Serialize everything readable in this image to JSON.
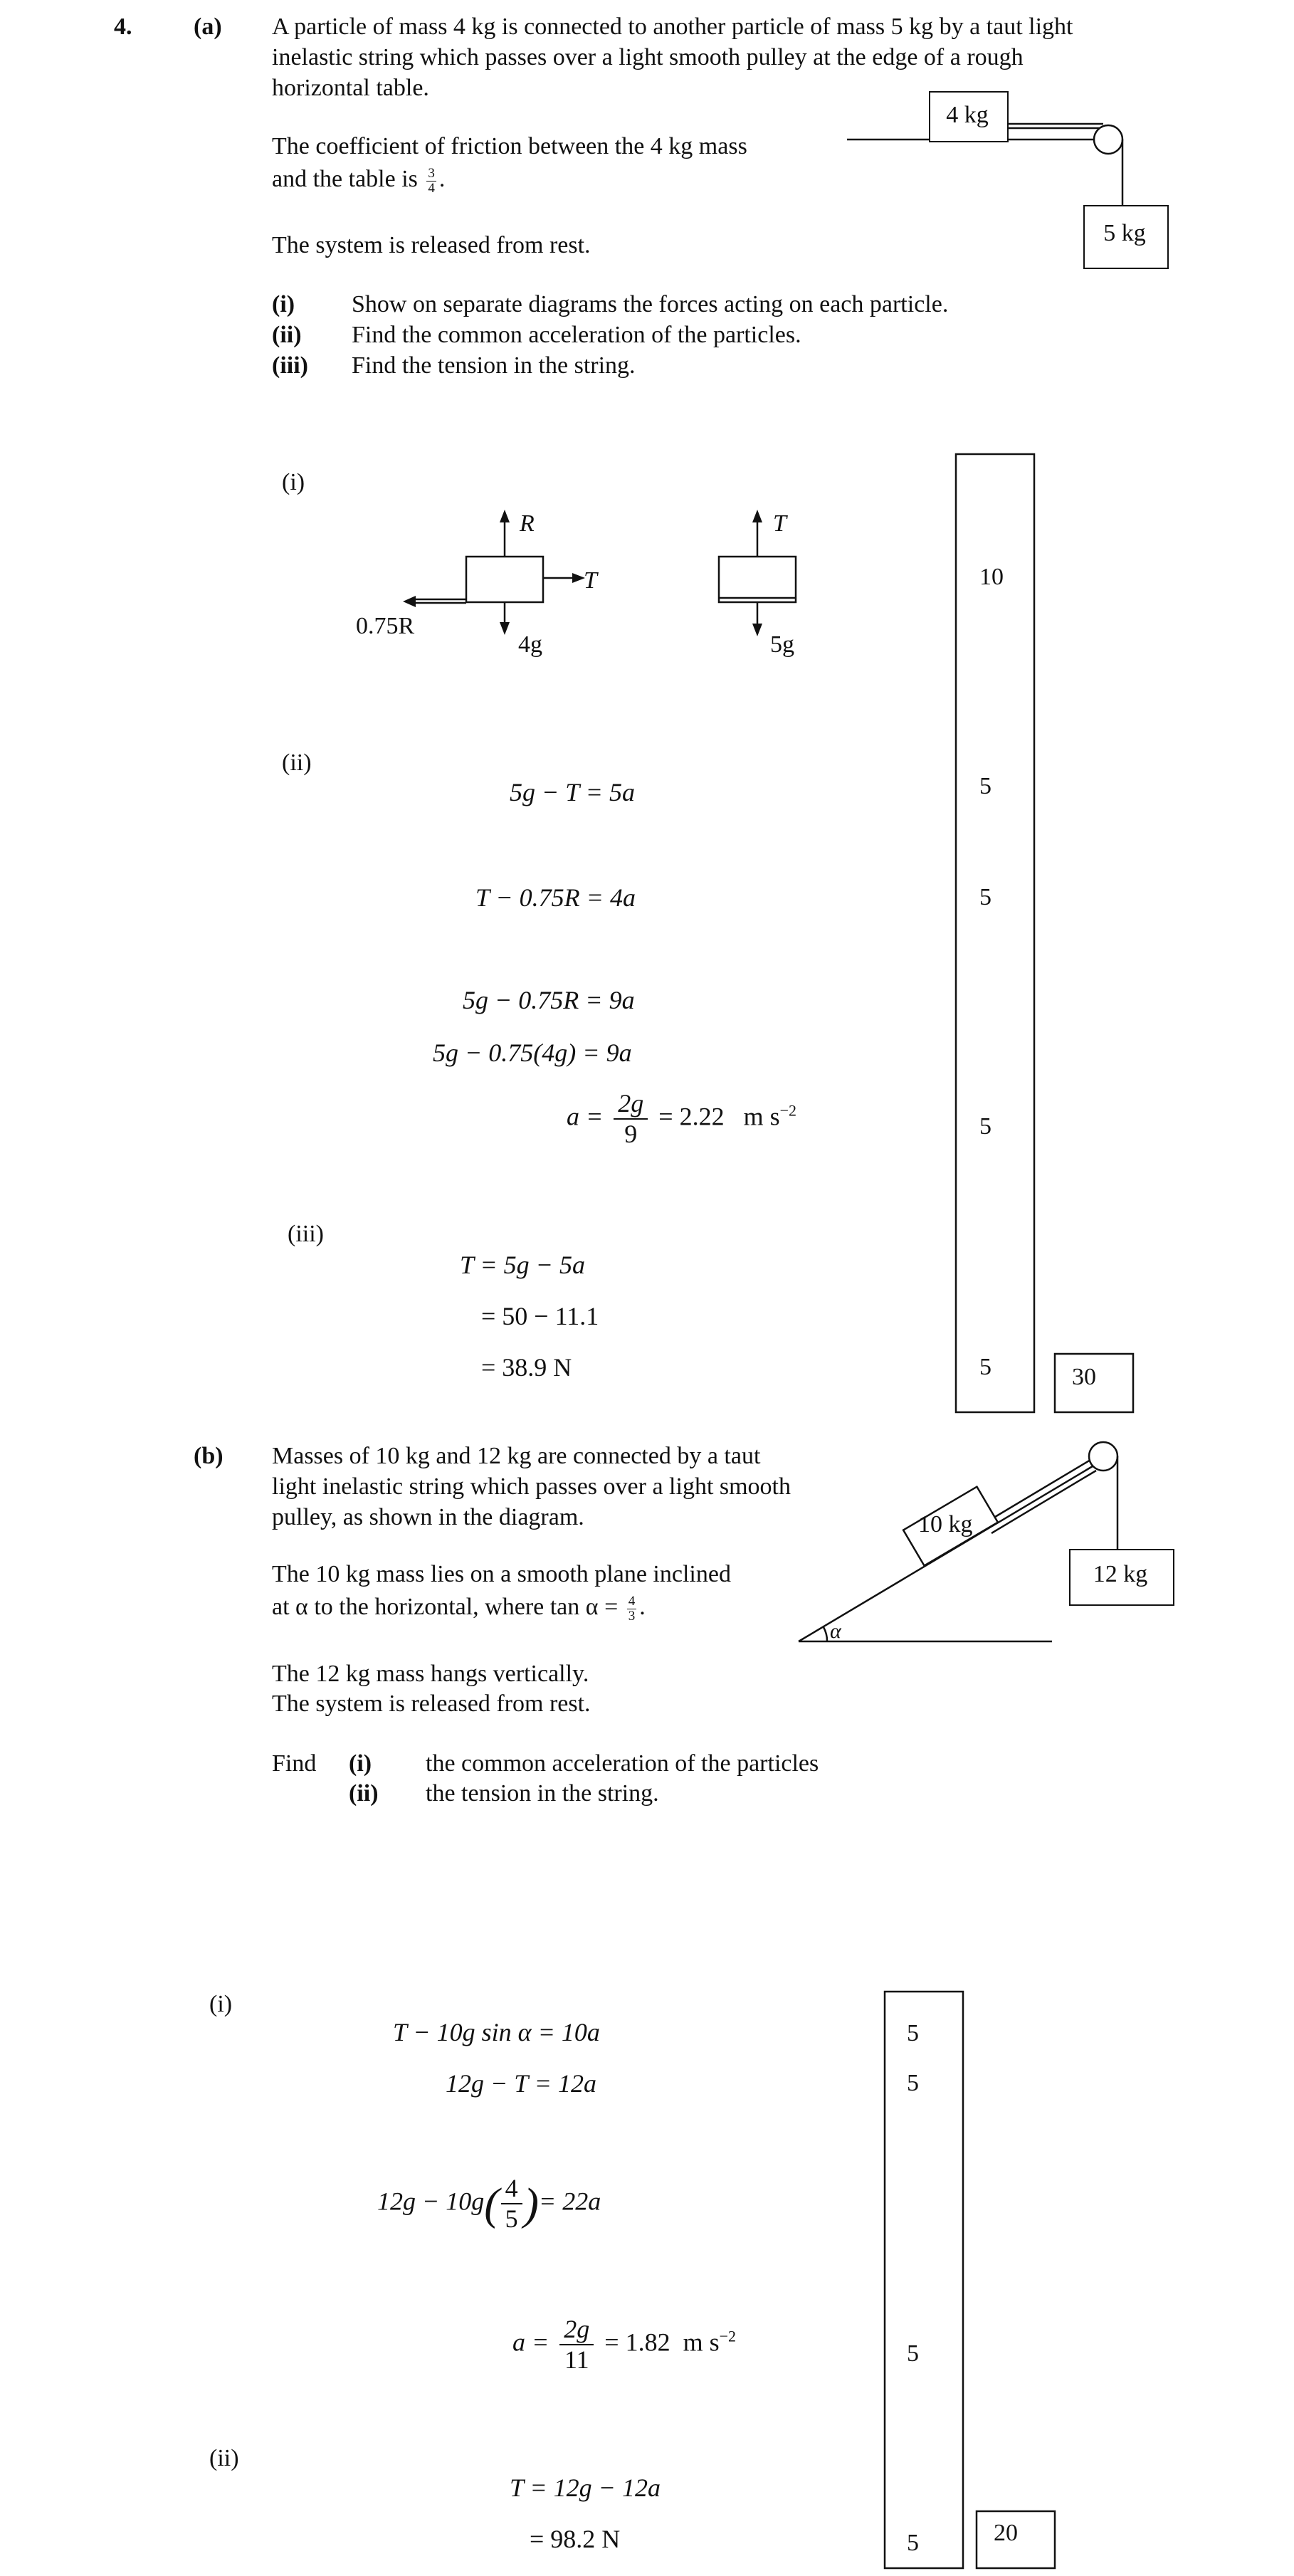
{
  "question_number": "4.",
  "part_a": {
    "label": "(a)",
    "intro_lines": [
      "A particle of mass 4 kg is connected to another particle of mass 5 kg by a taut light",
      "inelastic string which passes over a light smooth pulley at the edge of a rough",
      "horizontal table."
    ],
    "friction_line1": "The coefficient of friction between the 4 kg mass",
    "friction_line2_prefix": "and the table is",
    "friction_frac": {
      "num": "3",
      "den": "4"
    },
    "friction_line2_suffix": ".",
    "release": "The system is released from rest.",
    "tasks": [
      {
        "label": "(i)",
        "text": "Show on separate diagrams the forces acting on each particle."
      },
      {
        "label": "(ii)",
        "text": "Find the common acceleration of the particles."
      },
      {
        "label": "(iii)",
        "text": "Find the tension in the string."
      }
    ],
    "diagram": {
      "block_top": "4 kg",
      "block_hang": "5 kg"
    },
    "solution": {
      "label_i": "(i)",
      "fbd1": {
        "up": "R",
        "right": "T",
        "left": "0.75R",
        "down": "4g"
      },
      "fbd2": {
        "up": "T",
        "down": "5g"
      },
      "label_ii": "(ii)",
      "eq1": "5g − T = 5a",
      "eq2": "T − 0.75R = 4a",
      "eq3": "5g − 0.75R = 9a",
      "eq4": "5g − 0.75(4g) = 9a",
      "eq5_lhs": "a =",
      "eq5_num": "2g",
      "eq5_den": "9",
      "eq5_rhs": "=   2.22",
      "eq5_unit": "m s",
      "eq5_exp": "−2",
      "label_iii": "(iii)",
      "eq6": "T = 5g − 5a",
      "eq7": "= 50 − 11.1",
      "eq8": "= 38.9   N"
    },
    "marks": [
      "10",
      "5",
      "5",
      "5",
      "5"
    ],
    "total": "30"
  },
  "part_b": {
    "label": "(b)",
    "intro_lines": [
      "Masses of 10 kg and 12 kg are connected by a taut",
      "light inelastic string which passes over a light smooth",
      "pulley, as shown in the diagram."
    ],
    "plane_line1": "The 10 kg mass lies on a smooth plane inclined",
    "plane_line2_prefix": "at α to the horizontal, where tan α =",
    "tan_frac": {
      "num": "4",
      "den": "3"
    },
    "plane_line2_suffix": ".",
    "hang_line": "The 12 kg mass hangs vertically.",
    "release": "The system is released from rest.",
    "find_word": "Find",
    "tasks": [
      {
        "label": "(i)",
        "text": "the common acceleration of the particles"
      },
      {
        "label": "(ii)",
        "text": "the tension in the string."
      }
    ],
    "diagram": {
      "block_slope": "10 kg",
      "block_hang": "12 kg",
      "angle": "α"
    },
    "solution": {
      "label_i": "(i)",
      "eq1": "T − 10g sin α = 10a",
      "eq2": "12g − T = 12a",
      "eq3_pre": "12g − 10g",
      "eq3_num": "4",
      "eq3_den": "5",
      "eq3_post": "= 22a",
      "eq4_lhs": "a =",
      "eq4_num": "2g",
      "eq4_den": "11",
      "eq4_rhs": "= 1.82",
      "eq4_unit": "m s",
      "eq4_exp": "−2",
      "label_ii": "(ii)",
      "eq5": "T = 12g − 12a",
      "eq6": "= 98.2  N"
    },
    "marks": [
      "5",
      "5",
      "5",
      "5"
    ],
    "total": "20"
  }
}
